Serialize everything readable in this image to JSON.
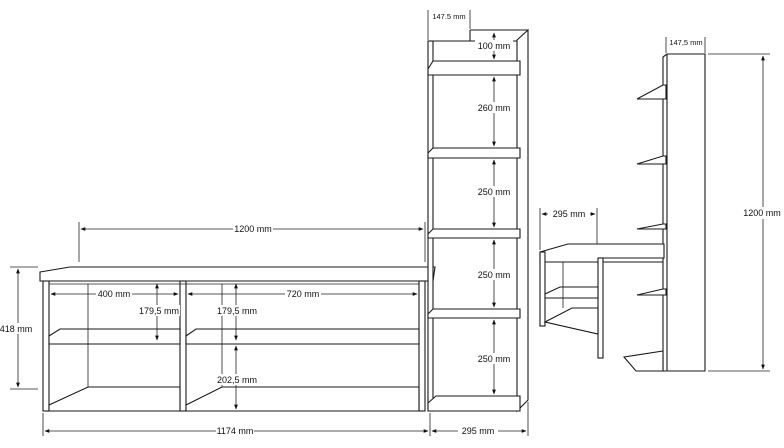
{
  "dimensions": {
    "tv_top_width": "1200 mm",
    "tv_left_compartment": "400 mm",
    "tv_right_compartment": "720 mm",
    "tv_upper_left_height": "179,5 mm",
    "tv_upper_right_height": "179,5 mm",
    "tv_lower_right_height": "202,5 mm",
    "tv_total_height": "418 mm",
    "tv_bottom_width": "1174 mm",
    "tower_depth_bottom": "295 mm",
    "tower_top_width": "147.5 mm",
    "tower_top_gap": "100 mm",
    "tower_shelf_1": "260 mm",
    "tower_shelf_2": "250 mm",
    "tower_shelf_3": "250 mm",
    "tower_shelf_4": "250 mm",
    "side_depth": "295 mm",
    "side_top_width": "147,5 mm",
    "side_height": "1200 mm"
  }
}
